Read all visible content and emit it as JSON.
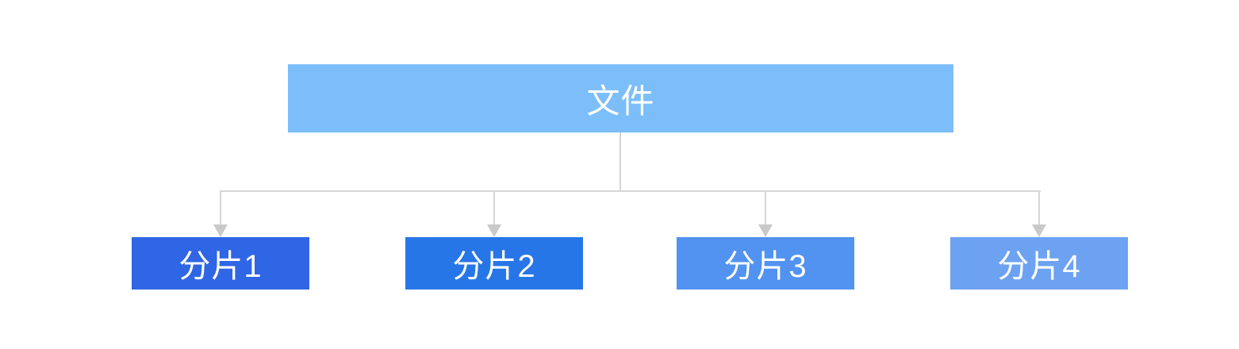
{
  "diagram": {
    "title": "file-sharding-diagram",
    "connector_color": "#d6d6d6",
    "arrow_color": "#c9c9c9",
    "text_color": "#ffffff",
    "root": {
      "label": "文件",
      "color": "#7cbefa"
    },
    "shards": [
      {
        "label": "分片1",
        "color": "#2f66e5"
      },
      {
        "label": "分片2",
        "color": "#2776e8"
      },
      {
        "label": "分片3",
        "color": "#5292f0"
      },
      {
        "label": "分片4",
        "color": "#6da2f2"
      }
    ]
  }
}
